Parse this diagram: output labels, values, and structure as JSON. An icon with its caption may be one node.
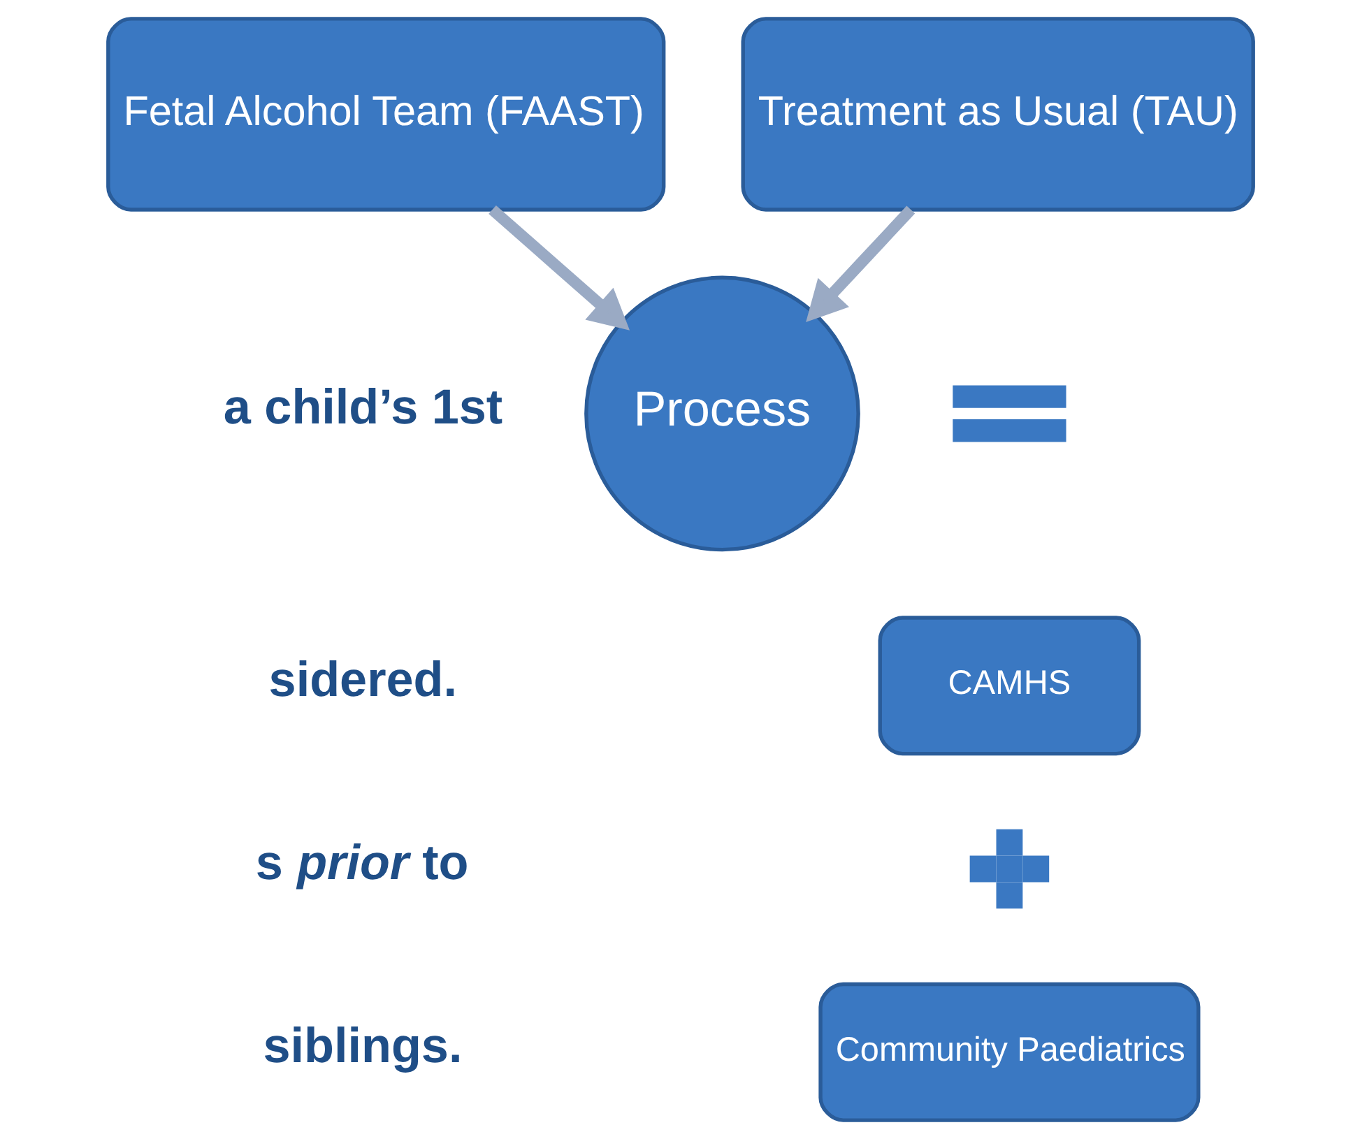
{
  "diagram": {
    "nodes": [
      {
        "text": [
          "Fetal Alcohol Team (FAAST)"
        ]
      },
      {
        "text": [
          "Treatment as Usual (TAU)"
        ]
      },
      {
        "text": [
          "Process"
        ]
      },
      {
        "text": [],
        "shape": "equals"
      },
      {
        "text": [
          "CAMHS"
        ]
      },
      {
        "text": [],
        "shape": "plus"
      },
      {
        "text": [
          "Community Paediatrics"
        ]
      }
    ],
    "edges": [
      {
        "from": 0,
        "to": 2,
        "arrow": "to"
      },
      {
        "from": 1,
        "to": 2,
        "arrow": "to"
      }
    ],
    "labels": [
      "a child’s 1st",
      "sidered.",
      "s *prior* to",
      "siblings."
    ]
  }
}
